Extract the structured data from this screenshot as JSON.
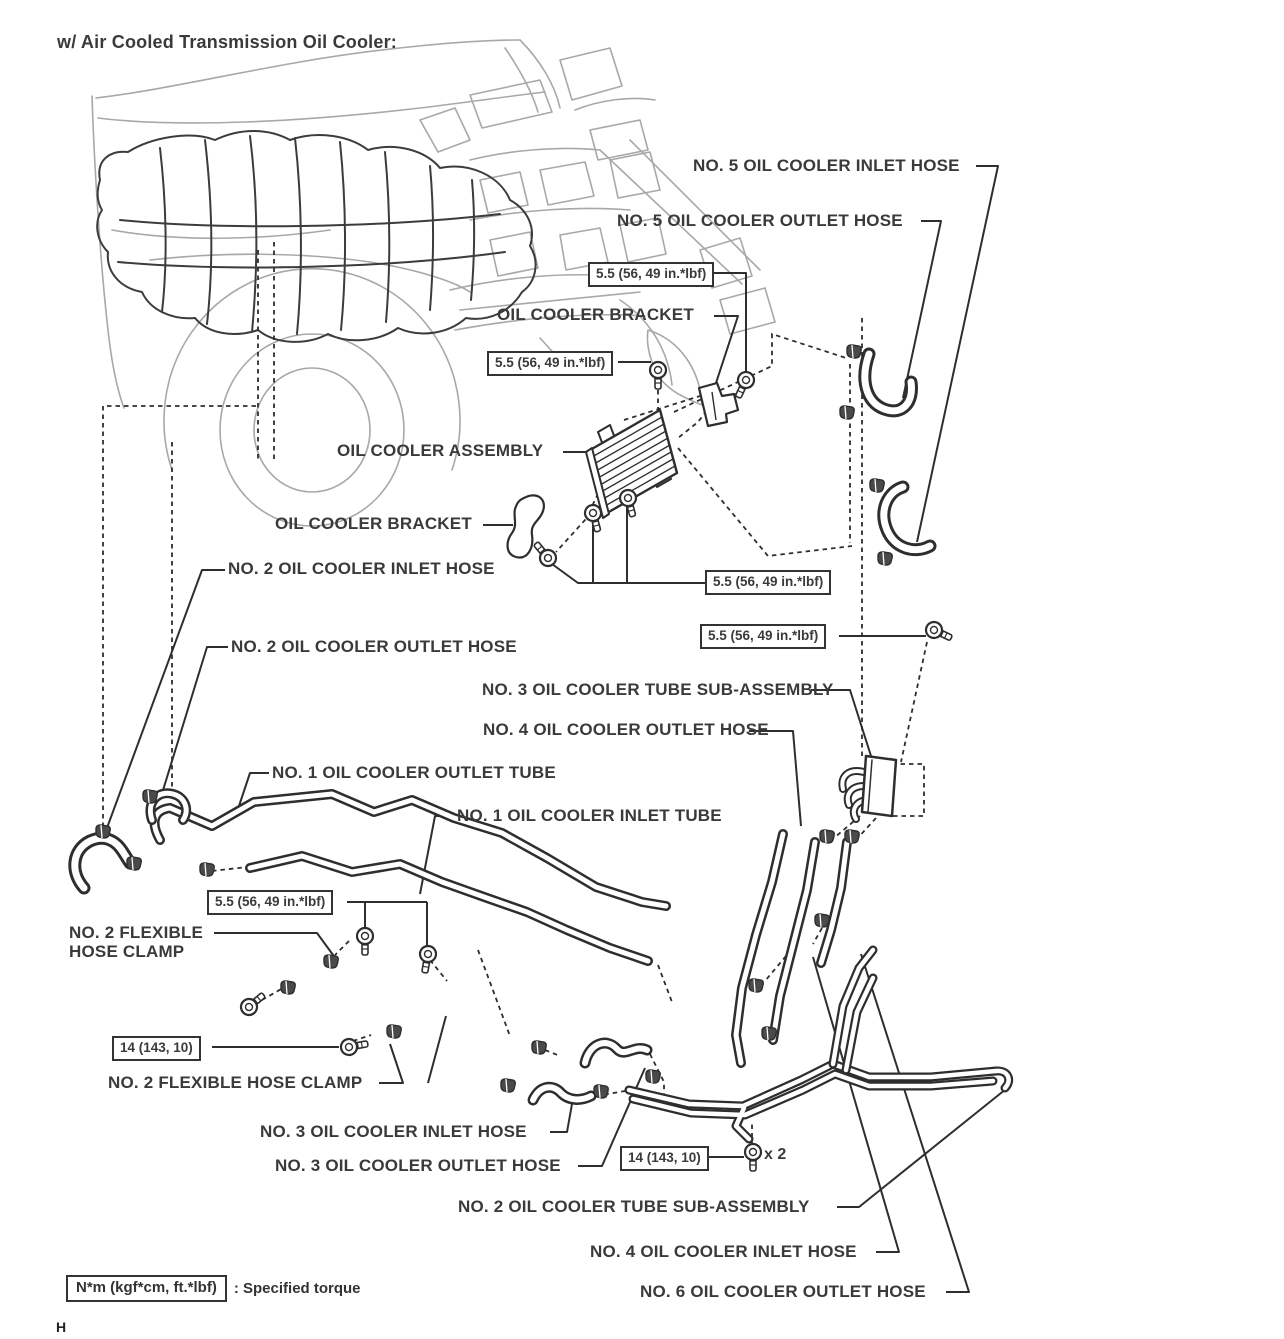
{
  "title": "w/ Air Cooled Transmission Oil Cooler:",
  "footer_mark": "H",
  "torque_values": {
    "small": "5.5 (56, 49 in.*lbf)",
    "large": "14 (143, 10)"
  },
  "multiplier": "x 2",
  "legend": {
    "box": "N*m (kgf*cm, ft.*lbf)",
    "text": ": Specified torque"
  },
  "part_labels": {
    "no5_inlet_hose": "NO. 5 OIL COOLER INLET HOSE",
    "no5_outlet_hose": "NO. 5 OIL COOLER OUTLET HOSE",
    "oil_cooler_bracket_upper": "OIL COOLER BRACKET",
    "oil_cooler_assembly": "OIL COOLER ASSEMBLY",
    "oil_cooler_bracket_side": "OIL COOLER BRACKET",
    "no2_inlet_hose": "NO. 2 OIL COOLER INLET HOSE",
    "no2_outlet_hose": "NO. 2 OIL COOLER OUTLET HOSE",
    "no3_tube_sub_assembly": "NO. 3 OIL COOLER TUBE SUB-ASSEMBLY",
    "no4_outlet_hose": "NO. 4 OIL COOLER OUTLET HOSE",
    "no1_outlet_tube": "NO. 1 OIL COOLER OUTLET TUBE",
    "no1_inlet_tube": "NO. 1 OIL COOLER INLET TUBE",
    "no2_flexible_clamp_line1": "NO. 2 FLEXIBLE",
    "no2_flexible_clamp_line2": "HOSE CLAMP",
    "no2_flexible_clamp": "NO. 2 FLEXIBLE HOSE CLAMP",
    "no3_inlet_hose": "NO. 3 OIL COOLER INLET HOSE",
    "no3_outlet_hose": "NO. 3 OIL COOLER OUTLET HOSE",
    "no2_tube_sub_assembly": "NO. 2 OIL COOLER TUBE SUB-ASSEMBLY",
    "no4_inlet_hose": "NO. 4 OIL COOLER INLET HOSE",
    "no6_outlet_hose": "NO. 6 OIL COOLER OUTLET HOSE"
  },
  "colors": {
    "line": "#2e2e2e",
    "faint_line": "#a8a8a8",
    "text": "#3a3a3a",
    "background": "#ffffff"
  }
}
